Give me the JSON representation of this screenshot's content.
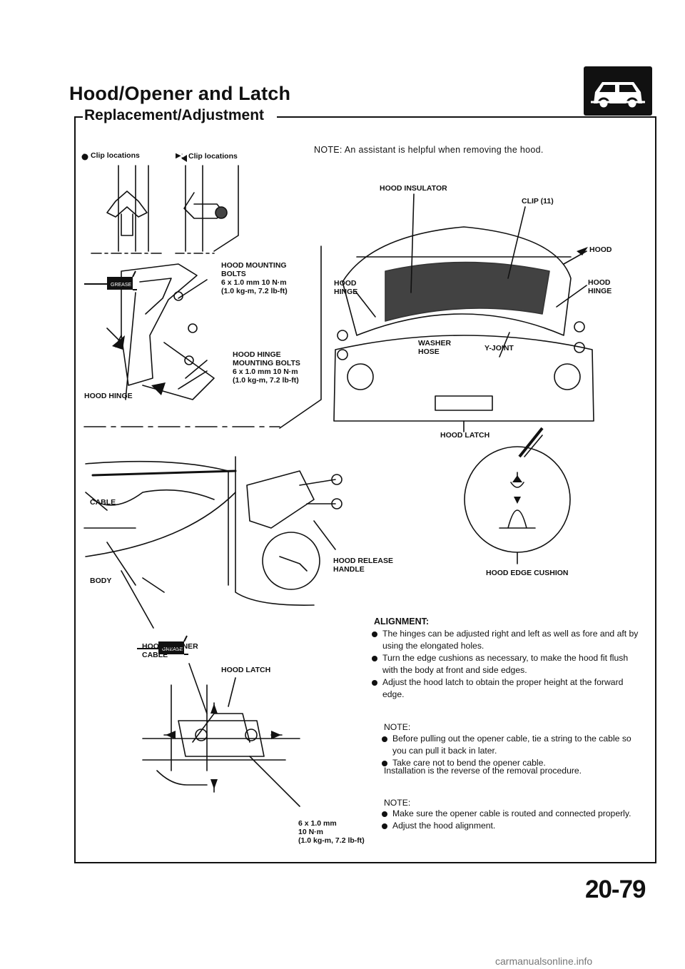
{
  "header": {
    "title": "Hood/Opener and Latch",
    "subtitle": "Replacement/Adjustment",
    "section_icon": "car-front-icon"
  },
  "clip_legend": {
    "round": "Clip locations",
    "arrow": "Clip locations"
  },
  "top_note": "NOTE: An assistant is helpful when removing the hood.",
  "labels": {
    "hood_insulator": "HOOD INSULATOR",
    "clip": "CLIP (11)",
    "hood": "HOOD",
    "hood_hinge_right": "HOOD\nHINGE",
    "hood_hinge_mid": "HOOD\nHINGE",
    "washer_hose": "WASHER\nHOSE",
    "y_joint": "Y-JOINT",
    "hood_latch_top": "HOOD LATCH",
    "hood_mounting_bolts": "HOOD MOUNTING\nBOLTS\n6 x 1.0 mm 10 N·m\n(1.0 kg-m, 7.2 lb-ft)",
    "hood_hinge_mounting_bolts": "HOOD HINGE\nMOUNTING BOLTS\n6 x 1.0 mm 10 N·m\n(1.0 kg-m, 7.2 lb-ft)",
    "hood_hinge_left": "HOOD HINGE",
    "cable": "CABLE",
    "body": "BODY",
    "hood_release_handle": "HOOD RELEASE\nHANDLE",
    "hood_edge_cushion": "HOOD EDGE CUSHION",
    "hood_opener_cable": "HOOD OPENER\nCABLE",
    "hood_latch_bottom": "HOOD LATCH",
    "latch_torque": "6 x 1.0 mm\n10 N·m\n(1.0 kg-m, 7.2 lb-ft)",
    "grease": "GREASE"
  },
  "alignment": {
    "heading": "ALIGNMENT:",
    "items": [
      "The hinges can be adjusted right and left as well as fore and aft by using the elongated holes.",
      "Turn the edge cushions as necessary, to make the hood fit flush with the body at front and side edges.",
      "Adjust the hood latch to obtain the proper height at the forward edge."
    ]
  },
  "note1": {
    "heading": "NOTE:",
    "items": [
      "Before pulling out the opener cable, tie a string to the cable so you can pull it back in later.",
      "Take care not to bend the opener cable."
    ]
  },
  "installation": "Installation is the reverse of the removal procedure.",
  "note2": {
    "heading": "NOTE:",
    "items": [
      "Make sure the opener cable is routed and connected properly.",
      "Adjust the hood alignment."
    ]
  },
  "page_number": "20-79",
  "watermark": "carmanualsonline.info"
}
